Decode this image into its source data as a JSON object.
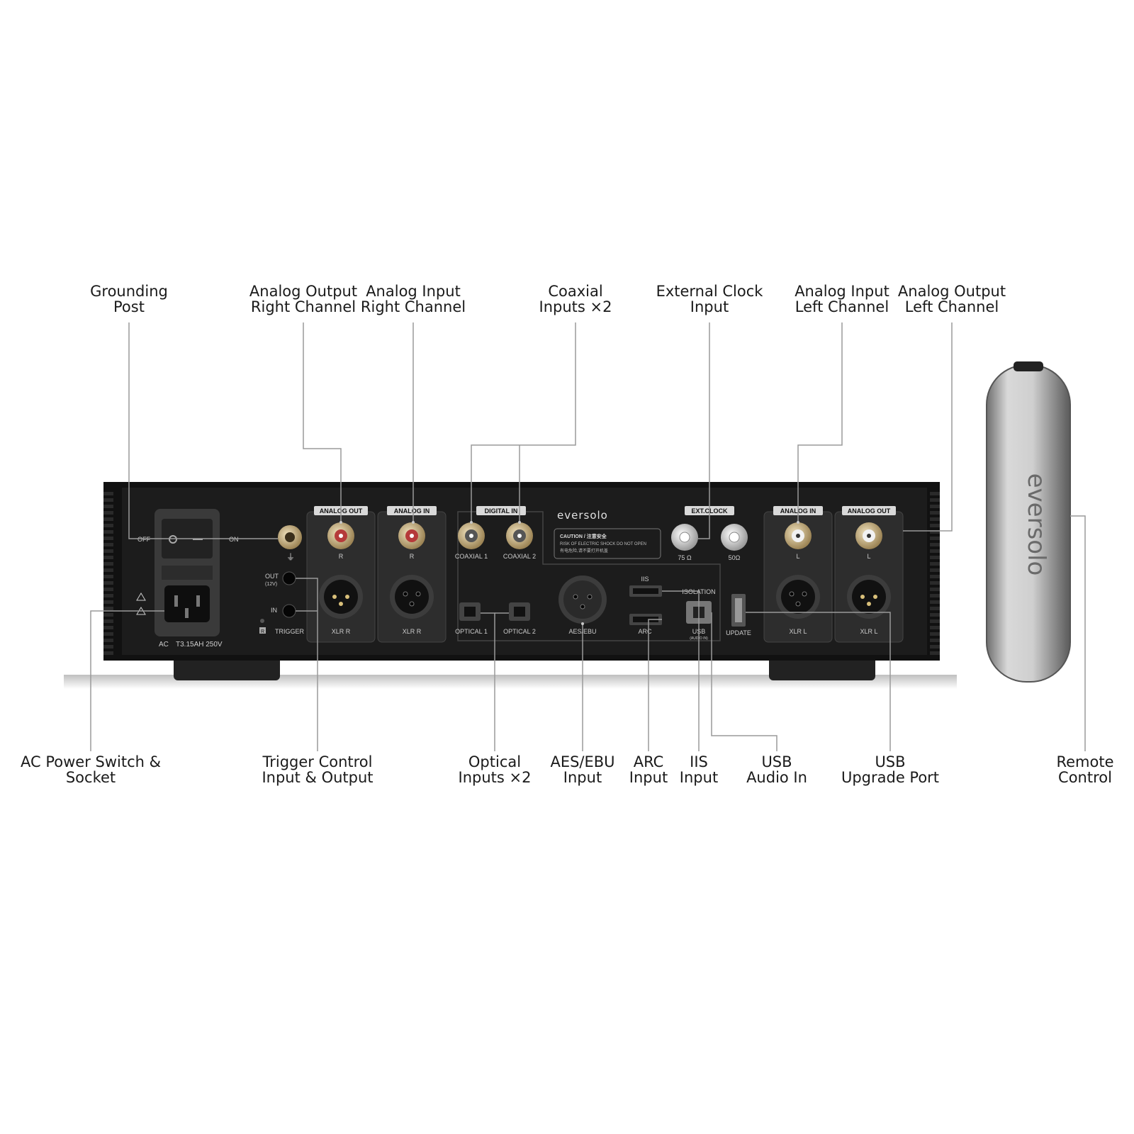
{
  "top_callouts": [
    {
      "id": "grounding-post",
      "lines": [
        "Grounding",
        "Post"
      ]
    },
    {
      "id": "analog-output-right",
      "lines": [
        "Analog Output",
        "Right Channel"
      ]
    },
    {
      "id": "analog-input-right",
      "lines": [
        "Analog Input",
        "Right Channel"
      ]
    },
    {
      "id": "coaxial-inputs",
      "lines": [
        "Coaxial",
        "Inputs ×2"
      ]
    },
    {
      "id": "external-clock",
      "lines": [
        "External Clock",
        "Input"
      ]
    },
    {
      "id": "analog-input-left",
      "lines": [
        "Analog Input",
        "Left Channel"
      ]
    },
    {
      "id": "analog-output-left",
      "lines": [
        "Analog Output",
        "Left Channel"
      ]
    }
  ],
  "bottom_callouts": [
    {
      "id": "ac-power",
      "lines": [
        "AC Power Switch &",
        "Socket"
      ]
    },
    {
      "id": "trigger-control",
      "lines": [
        "Trigger Control",
        "Input & Output"
      ]
    },
    {
      "id": "optical-inputs",
      "lines": [
        "Optical",
        "Inputs ×2"
      ]
    },
    {
      "id": "aes-ebu",
      "lines": [
        "AES/EBU",
        "Input"
      ]
    },
    {
      "id": "arc",
      "lines": [
        "ARC",
        "Input"
      ]
    },
    {
      "id": "iis",
      "lines": [
        "IIS",
        "Input"
      ]
    },
    {
      "id": "usb-audio",
      "lines": [
        "USB",
        "Audio In"
      ]
    },
    {
      "id": "usb-upgrade",
      "lines": [
        "USB",
        "Upgrade Port"
      ]
    },
    {
      "id": "remote",
      "lines": [
        "Remote",
        "Control"
      ]
    }
  ],
  "panel": {
    "brand": "eversolo",
    "power": {
      "off": "OFF",
      "on": "ON",
      "ac": "AC",
      "fuse": "T3.15AH 250V"
    },
    "trigger": {
      "out": "OUT",
      "out_v": "(12V)",
      "in": "IN",
      "label": "TRIGGER",
      "r": "R"
    },
    "sections": {
      "analog_out": "ANALOG OUT",
      "analog_in": "ANALOG IN",
      "digital_in": "DIGITAL IN",
      "ext_clock": "EXT.CLOCK"
    },
    "port_labels": {
      "r": "R",
      "l": "L",
      "xlr_r": "XLR R",
      "xlr_l": "XLR L",
      "coax1": "COAXIAL 1",
      "coax2": "COAXIAL 2",
      "opt1": "OPTICAL 1",
      "opt2": "OPTICAL 2",
      "aes": "AES/EBU",
      "iis": "IIS",
      "arc": "ARC",
      "isolation": "ISOLATION",
      "usb": "USB",
      "usb_sub": "(AUDIO IN)",
      "update": "UPDATE",
      "ohm75": "75 Ω",
      "ohm50": "50Ω"
    },
    "caution": {
      "title": "CAUTION / 注意安全",
      "line1": "RISK OF ELECTRIC SHOCK DO NOT OPEN",
      "line2": "有电危险,请不要打开机盖"
    }
  },
  "remote_brand": "eversolo",
  "colors": {
    "chassis": "#111111",
    "panel": "#1e1e1e",
    "gold": "#c9b48a",
    "leader": "#9a9a9a",
    "remote": "#c8c8c8"
  }
}
